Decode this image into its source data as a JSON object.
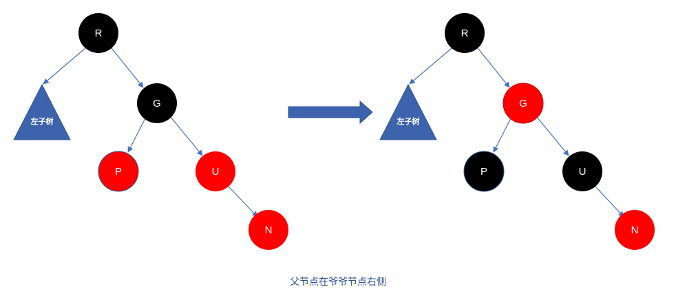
{
  "colors": {
    "edge": "#4472c4",
    "black_node": "#000000",
    "red_node": "#ff0000",
    "subtree_fill": "#3d63ad",
    "subtree_stroke": "#2f5597",
    "arrow_fill": "#3d63ad",
    "arrow_stroke": "#2f5597",
    "caption": "#2e5597"
  },
  "left_tree": {
    "subtree_label": "左子树",
    "nodes": [
      {
        "id": "R",
        "label": "R",
        "color": "black"
      },
      {
        "id": "G",
        "label": "G",
        "color": "black"
      },
      {
        "id": "P",
        "label": "P",
        "color": "red"
      },
      {
        "id": "U",
        "label": "U",
        "color": "red"
      },
      {
        "id": "N",
        "label": "N",
        "color": "red"
      }
    ]
  },
  "right_tree": {
    "subtree_label": "左子树",
    "nodes": [
      {
        "id": "R",
        "label": "R",
        "color": "black"
      },
      {
        "id": "G",
        "label": "G",
        "color": "red"
      },
      {
        "id": "P",
        "label": "P",
        "color": "black"
      },
      {
        "id": "U",
        "label": "U",
        "color": "black"
      },
      {
        "id": "N",
        "label": "N",
        "color": "red"
      }
    ]
  },
  "caption": "父节点在爷爷节点右侧"
}
